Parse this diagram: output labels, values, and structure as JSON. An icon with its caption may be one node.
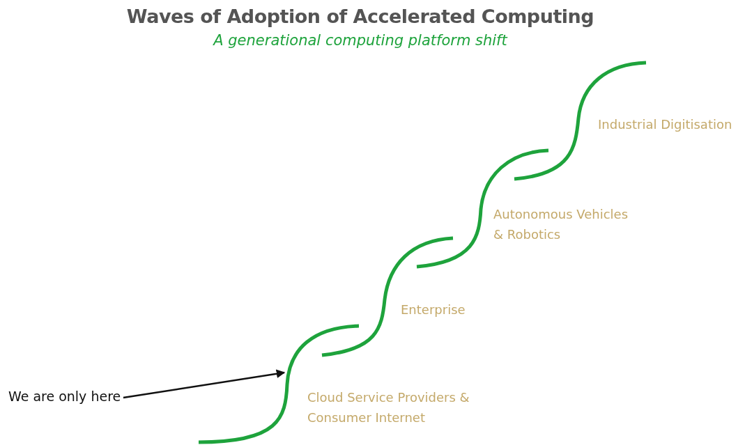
{
  "diagram": {
    "title": "Waves of Adoption of Accelerated Computing",
    "caption": "A generational computing platform shift",
    "nodes": [
      {
        "text": [
          "We are only here"
        ]
      },
      {
        "text": [],
        "shape": "curve"
      }
    ],
    "edges": [
      {
        "from": 0,
        "to": 1,
        "arrow": "to"
      }
    ],
    "labels": [
      "Industrial Digitisation",
      "Autonomous Vehicles & Robotics",
      "Enterprise",
      "Cloud Service Providers & Consumer Internet"
    ]
  }
}
